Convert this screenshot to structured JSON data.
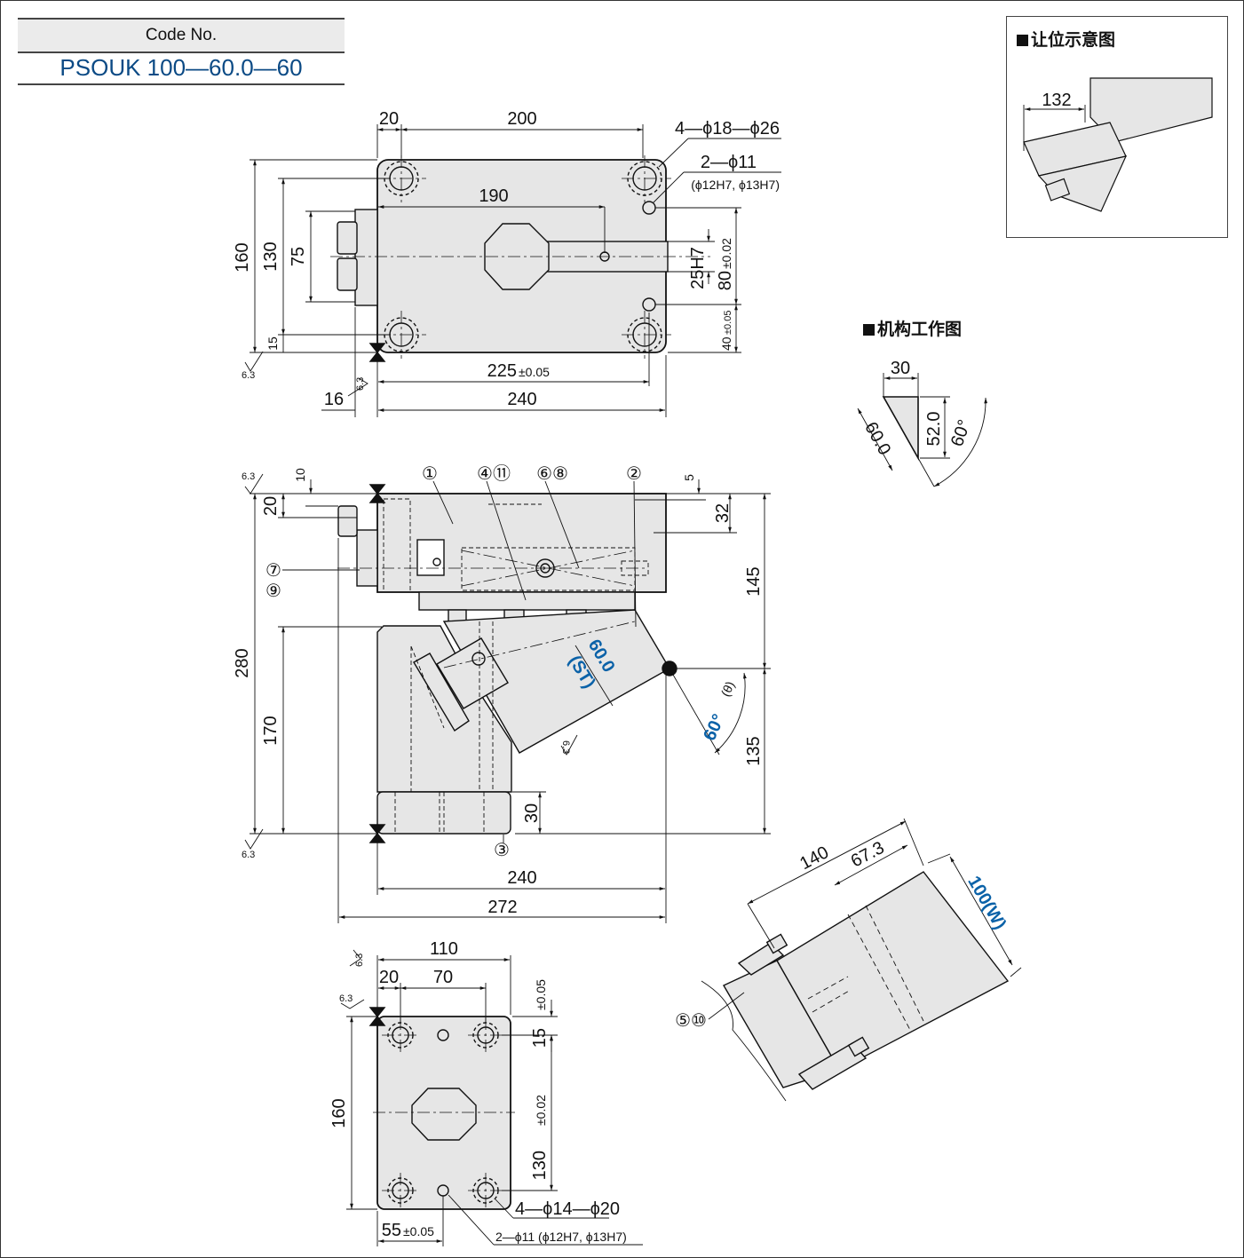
{
  "code": {
    "header": "Code No.",
    "value": "PSOUK 100—60.0—60"
  },
  "insets": {
    "clearance_caption": "让位示意图",
    "mechanism_caption": "机构工作图"
  },
  "top_view": {
    "dims": [
      "20",
      "200",
      "190",
      "160",
      "130",
      "75",
      "15",
      "225",
      "240",
      "16",
      "25H7",
      "80",
      "40"
    ],
    "tol_005": "±0.05",
    "tol_002": "±0.02",
    "hole_a": "4—ϕ18—ϕ26",
    "hole_b": "2—ϕ11",
    "hole_b2": "(ϕ12H7, ϕ13H7)",
    "roughness": "6.3"
  },
  "front_view": {
    "dims": [
      "10",
      "20",
      "280",
      "170",
      "5",
      "32",
      "145",
      "135",
      "30",
      "240",
      "272"
    ],
    "stroke": "60.0",
    "stroke_label": "(ST)",
    "angle": "60°",
    "angle_sym": "(θ)",
    "parts": [
      "①",
      "④⑪",
      "⑥⑧",
      "②",
      "⑦",
      "⑨",
      "③"
    ]
  },
  "bottom_view": {
    "dims": [
      "110",
      "20",
      "70",
      "15",
      "130",
      "160",
      "55"
    ],
    "hole_a": "4—ϕ14—ϕ20",
    "hole_b": "2—ϕ11 (ϕ12H7, ϕ13H7)"
  },
  "clearance": {
    "dim": "132"
  },
  "mechanism": {
    "dims": [
      "30",
      "60.0",
      "52.0",
      "60°"
    ]
  },
  "iso_view": {
    "dims": [
      "140",
      "67.3"
    ],
    "width": "100(W)",
    "parts": "⑤⑩"
  }
}
